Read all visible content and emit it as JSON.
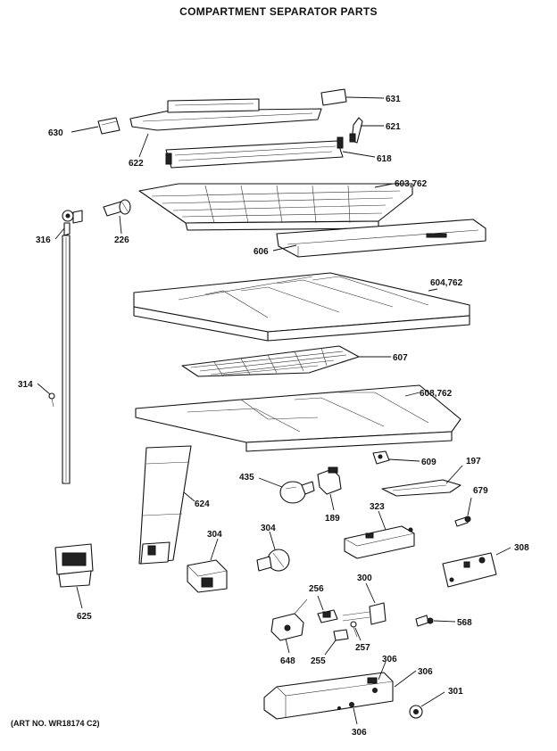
{
  "title": "COMPARTMENT SEPARATOR PARTS",
  "art_no": "(ART NO. WR18174 C2)",
  "labels": {
    "p631": "631",
    "p630": "630",
    "p621": "621",
    "p622": "622",
    "p618": "618",
    "p603": "603,762",
    "p316": "316",
    "p226": "226",
    "p606": "606",
    "p604": "604,762",
    "p314": "314",
    "p607": "607",
    "p608": "608,762",
    "p609": "609",
    "p197": "197",
    "p435": "435",
    "p624": "624",
    "p679": "679",
    "p189": "189",
    "p323": "323",
    "p304a": "304",
    "p304b": "304",
    "p308": "308",
    "p625": "625",
    "p256": "256",
    "p300": "300",
    "p568": "568",
    "p648": "648",
    "p257": "257",
    "p255": "255",
    "p306a": "306",
    "p306b": "306",
    "p306c": "306",
    "p301": "301"
  }
}
